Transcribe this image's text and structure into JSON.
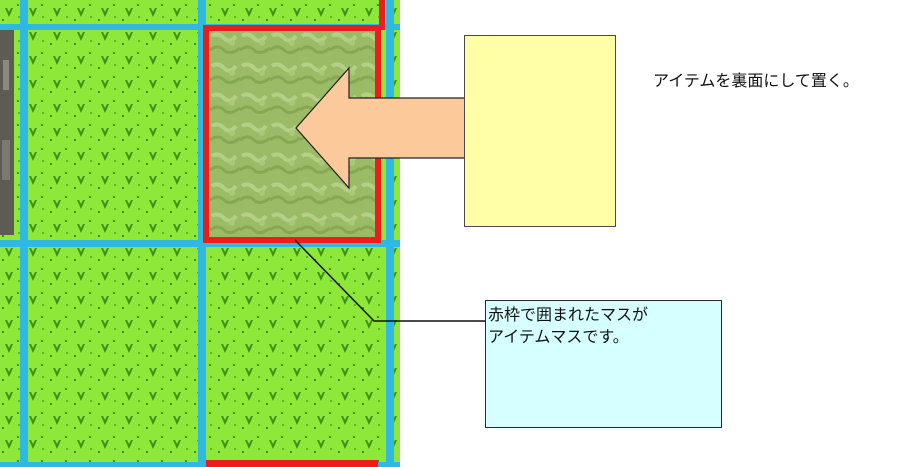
{
  "instruction_text": "アイテムを裏面にして置く。",
  "callout": {
    "line1": "赤枠で囲まれたマスが",
    "line2": "アイテムマスです。"
  },
  "colors": {
    "grass": "#8ee83a",
    "grass_pattern": "#3f8f14",
    "grid_line": "#2fb9e2",
    "item_square_fill": "#9bbb66",
    "item_square_border": "#ee1c1c",
    "arrow_fill": "#fcc99b",
    "card_fill": "#ffffa8",
    "callout_fill": "#d6ffff"
  },
  "icons": [
    "left-arrow-icon"
  ]
}
